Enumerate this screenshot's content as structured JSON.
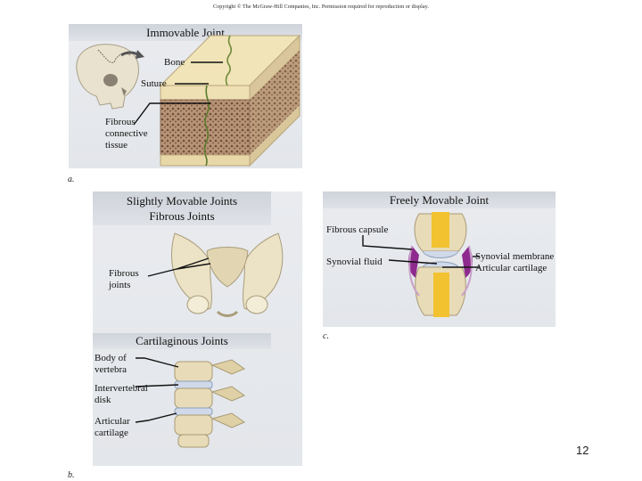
{
  "copyright": "Copyright © The McGraw-Hill Companies, Inc. Permission required for reproduction or display.",
  "panels": {
    "immovable": {
      "title": "Immovable Joint",
      "labels": {
        "bone": "Bone",
        "suture": "Suture",
        "fibrous_tissue": "Fibrous\nconnective\ntissue"
      },
      "letter": "a."
    },
    "slightly": {
      "title": "Slightly Movable Joints\nFibrous Joints",
      "labels": {
        "fibrous_joints": "Fibrous\njoints"
      }
    },
    "cartilaginous": {
      "title": "Cartilaginous Joints",
      "labels": {
        "body_of_vertebra": "Body of\nvertebra",
        "intervertebral_disk": "Intervertebral\ndisk",
        "articular_cartilage": "Articular\ncartilage"
      },
      "letter": "b."
    },
    "freely": {
      "title": "Freely Movable Joint",
      "labels": {
        "fibrous_capsule": "Fibrous capsule",
        "synovial_fluid": "Synovial fluid",
        "synovial_membrane": "Synovial membrane",
        "articular_cartilage": "Articular cartilage"
      },
      "letter": "c."
    }
  },
  "page_number": "12",
  "colors": {
    "bone": "#e8dcb8",
    "marrow": "#f2c230",
    "synovial": "#8e2a8e",
    "cartilage": "#cfd9ea",
    "spongy": "#8f6c55"
  }
}
